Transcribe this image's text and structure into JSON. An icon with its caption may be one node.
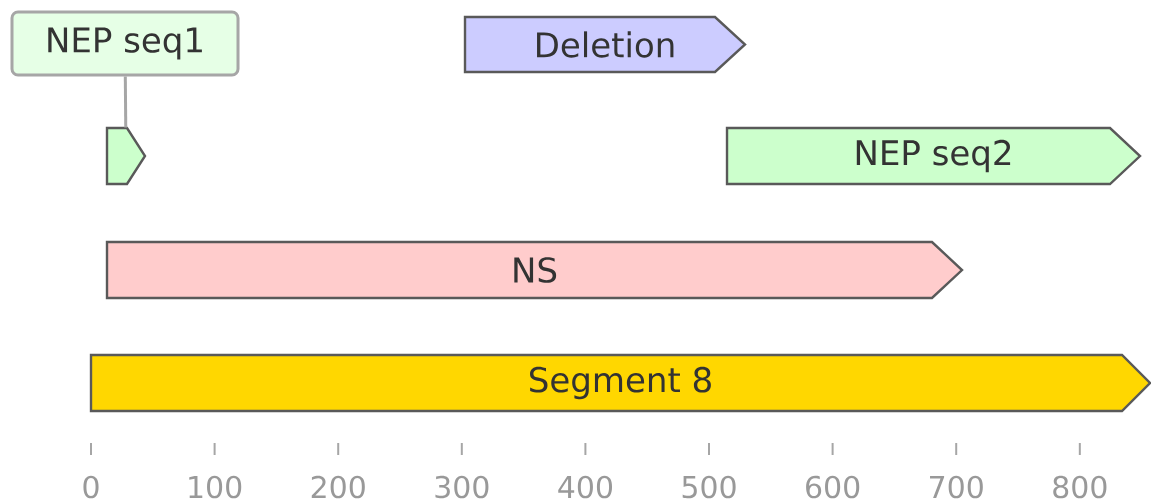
{
  "diagram": {
    "nodes": [
      {
        "text": [
          "NEP seq1"
        ]
      },
      {
        "text": [
          "Deletion"
        ]
      },
      {
        "text": [],
        "shape": "arrow"
      },
      {
        "text": [
          "NEP seq2"
        ]
      },
      {
        "text": [
          "NS"
        ]
      },
      {
        "text": [
          "Segment 8"
        ]
      }
    ],
    "edges": [
      {
        "from": 0,
        "to": 2,
        "arrow": "none"
      }
    ],
    "labels": [
      "0",
      "100",
      "200",
      "300",
      "400",
      "500",
      "600",
      "700",
      "800"
    ]
  }
}
